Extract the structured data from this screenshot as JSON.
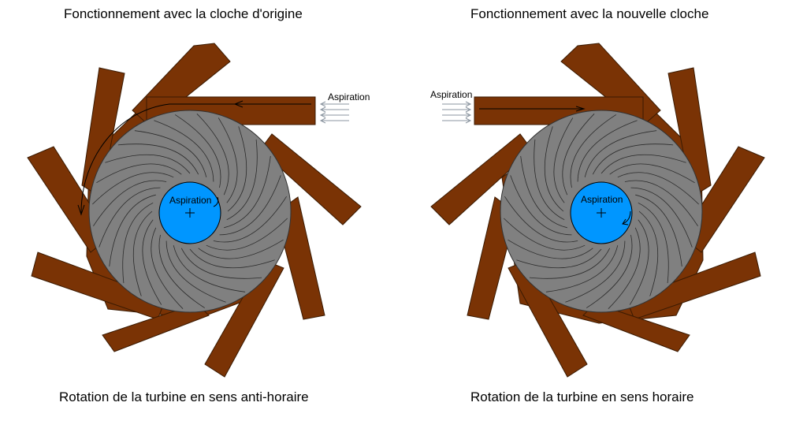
{
  "panels": [
    {
      "title": "Fonctionnement avec la cloche d'origine",
      "caption": "Rotation de la turbine en sens anti-horaire",
      "inlet_label": "Aspiration",
      "center_label": "Aspiration"
    },
    {
      "title": "Fonctionnement avec la nouvelle cloche",
      "caption": "Rotation de la turbine en sens horaire",
      "inlet_label": "Aspiration",
      "center_label": "Aspiration"
    }
  ],
  "colors": {
    "housing": "#7a3305",
    "turbine": "#808080",
    "hub": "#0096ff",
    "arrows": "#9aa3ad",
    "flow_line": "#000000"
  }
}
